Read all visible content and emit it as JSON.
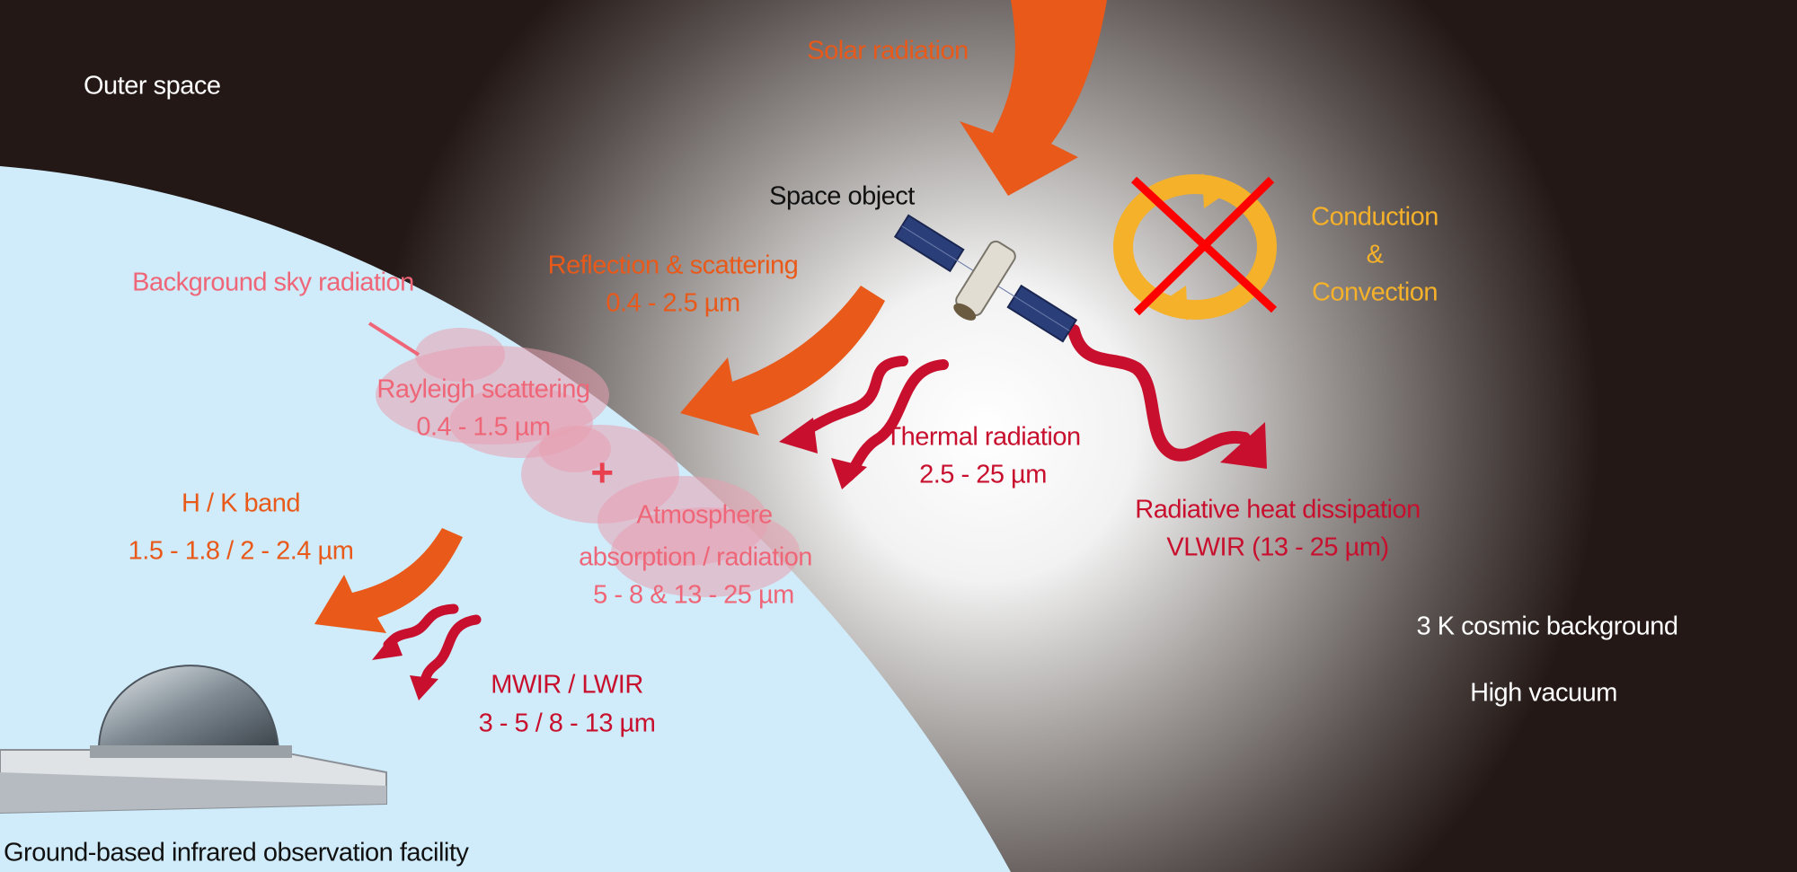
{
  "labels": {
    "outer_space": "Outer space",
    "solar_radiation": "Solar radiation",
    "space_object": "Space object",
    "conduction": "Conduction",
    "amp": "&",
    "convection": "Convection",
    "reflection_title": "Reflection & scattering",
    "reflection_range": "0.4 - 2.5 µm",
    "background_sky": "Background sky radiation",
    "rayleigh_title": "Rayleigh scattering",
    "rayleigh_range": "0.4 - 1.5 µm",
    "plus": "+",
    "atmosphere_1": "Atmosphere",
    "atmosphere_2": "absorption / radiation",
    "atmosphere_3": "5 - 8 & 13 - 25 µm",
    "hk_title": "H / K band",
    "hk_range": "1.5 - 1.8 / 2 - 2.4 µm",
    "mwir_title": "MWIR / LWIR",
    "mwir_range": "3 - 5 / 8 - 13 µm",
    "thermal_title": "Thermal radiation",
    "thermal_range": "2.5 - 25 µm",
    "radiative_title": "Radiative heat dissipation",
    "radiative_range": "VLWIR (13 - 25 µm)",
    "cosmic_background": "3 K cosmic background",
    "high_vacuum": "High vacuum",
    "facility": "Ground-based infrared observation facility"
  },
  "colors": {
    "space": "#231815",
    "sky": "#D0ECFA",
    "orange": "#E8591A",
    "pink": "#EE6677",
    "crimson": "#C8102E",
    "gold": "#F5B12A",
    "cross": "#FF0000"
  }
}
